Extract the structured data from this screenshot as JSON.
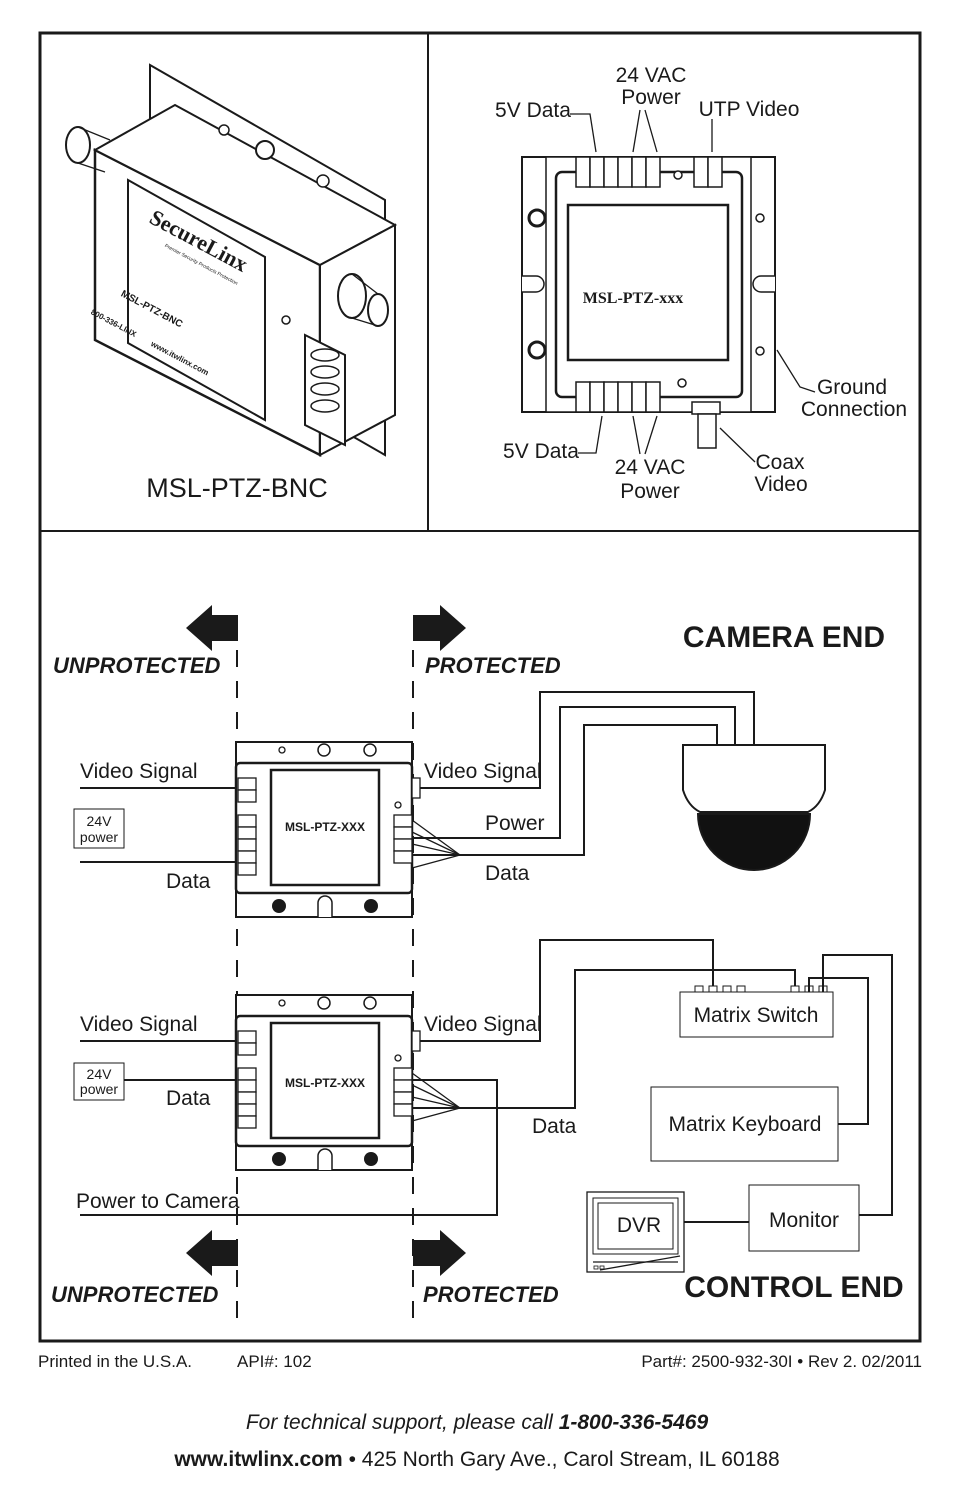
{
  "product": {
    "brand": "SecureLinx",
    "tagline": "Premier Security Products Protection",
    "model_on_unit": "MSL-PTZ-BNC",
    "phone_on_unit": "800-336-LINX",
    "web_on_unit": "www.itwlinx.com",
    "caption": "MSL-PTZ-BNC"
  },
  "topview": {
    "label_5v_data_top": "5V Data",
    "label_24vac_top_1": "24 VAC",
    "label_24vac_top_2": "Power",
    "label_utp_video": "UTP Video",
    "unit_label": "MSL-PTZ-xxx",
    "label_ground_1": "Ground",
    "label_ground_2": "Connection",
    "label_5v_data_bottom": "5V Data",
    "label_24vac_bottom_1": "24 VAC",
    "label_24vac_bottom_2": "Power",
    "label_coax_1": "Coax",
    "label_coax_2": "Video"
  },
  "wiring": {
    "camera_end": "CAMERA END",
    "control_end": "CONTROL END",
    "unprotected": "UNPROTECTED",
    "protected": "PROTECTED",
    "unit_label": "MSL-PTZ-XXX",
    "video_signal": "Video Signal",
    "power_24v_1": "24V",
    "power_24v_2": "power",
    "data": "Data",
    "power": "Power",
    "power_to_camera": "Power to Camera",
    "matrix_switch": "Matrix Switch",
    "matrix_keyboard": "Matrix Keyboard",
    "dvr": "DVR",
    "monitor": "Monitor"
  },
  "footer": {
    "printed": "Printed in the U.S.A.",
    "api": "API#: 102",
    "part": "Part#: 2500-932-30I",
    "separator": "•",
    "rev": "Rev 2. 02/2011",
    "support_text": "For technical support, please call",
    "support_phone": "1-800-336-5469",
    "website": "www.itwlinx.com",
    "address": "425 North Gary Ave., Carol Stream, IL 60188"
  }
}
